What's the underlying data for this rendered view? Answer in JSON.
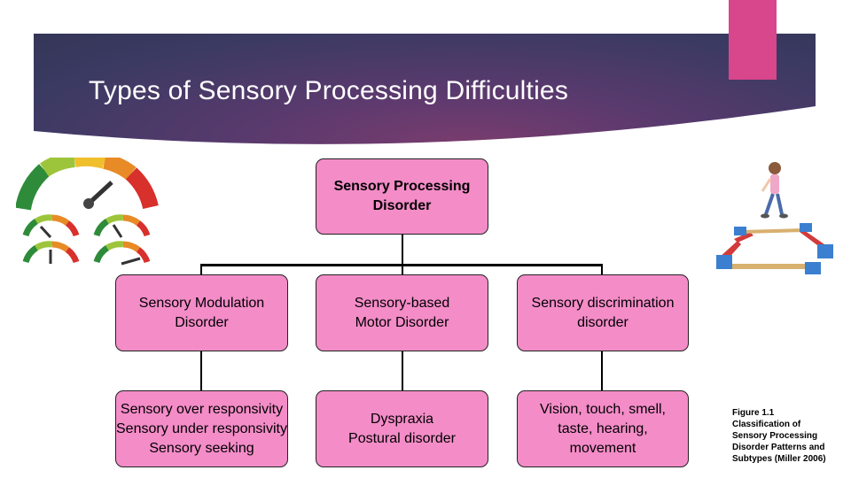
{
  "slide": {
    "title": "Types of Sensory Processing Difficulties"
  },
  "diagram": {
    "root": {
      "line1": "Sensory Processing",
      "line2": "Disorder"
    },
    "level1": [
      {
        "line1": "Sensory Modulation",
        "line2": "Disorder"
      },
      {
        "line1": "Sensory-based",
        "line2": "Motor Disorder"
      },
      {
        "line1": "Sensory discrimination",
        "line2": "disorder"
      }
    ],
    "level2": [
      {
        "line1": "Sensory over responsivity",
        "line2": "Sensory under responsivity",
        "line3": "Sensory seeking"
      },
      {
        "line1": "Dyspraxia",
        "line2": "Postural disorder"
      },
      {
        "line1": "Vision, touch, smell,",
        "line2": "taste, hearing,",
        "line3": "movement"
      }
    ]
  },
  "caption": {
    "line1": "Figure 1.1",
    "line2": "Classification of",
    "line3": "Sensory Processing",
    "line4": "Disorder Patterns and",
    "line5": "Subtypes (Miller 2006)"
  },
  "colors": {
    "box_fill": "#f48cc8",
    "accent": "#d8468c",
    "banner": "#3b3a63"
  },
  "icons": {
    "gauge": "sensitivity-gauges-icon",
    "child": "child-on-balance-beam-icon"
  }
}
